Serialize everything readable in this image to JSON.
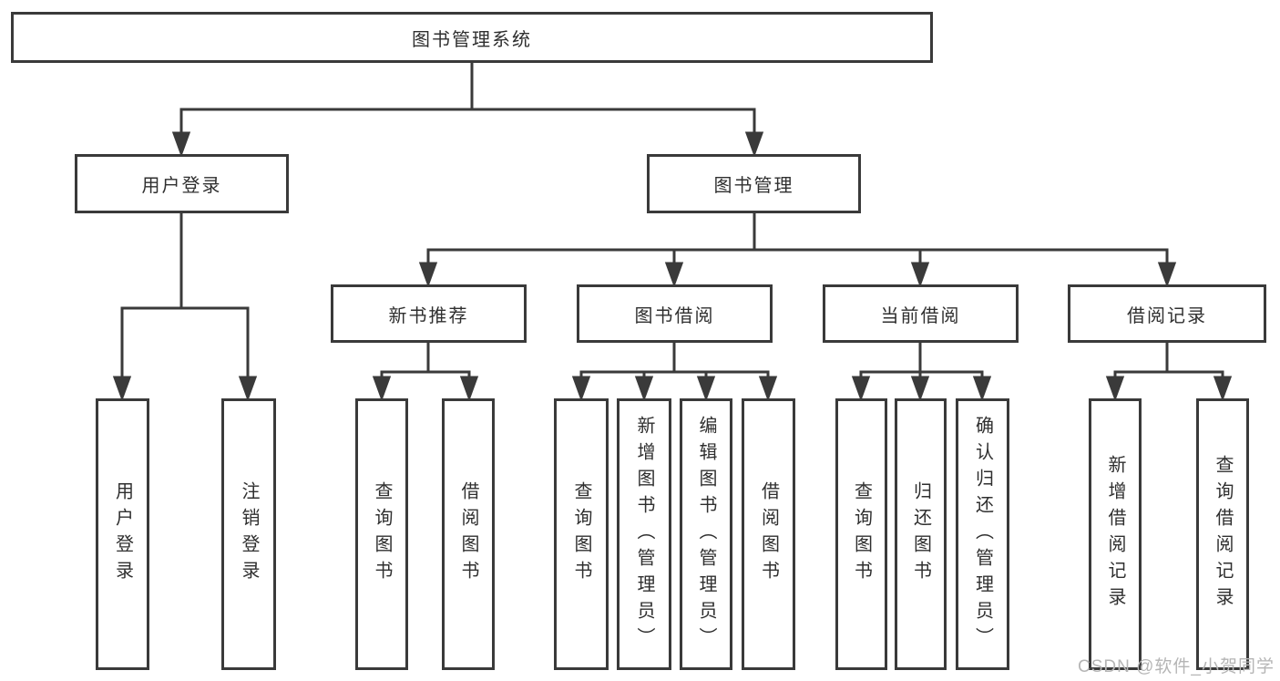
{
  "tree": {
    "label": "图书管理系统",
    "children": [
      {
        "label": "用户登录",
        "children": [
          {
            "label": "用户登录"
          },
          {
            "label": "注销登录"
          }
        ]
      },
      {
        "label": "图书管理",
        "children": [
          {
            "label": "新书推荐",
            "children": [
              {
                "label": "查询图书"
              },
              {
                "label": "借阅图书"
              }
            ]
          },
          {
            "label": "图书借阅",
            "children": [
              {
                "label": "查询图书"
              },
              {
                "label": "新增图书（管理员）"
              },
              {
                "label": "编辑图书（管理员）"
              },
              {
                "label": "借阅图书"
              }
            ]
          },
          {
            "label": "当前借阅",
            "children": [
              {
                "label": "查询图书"
              },
              {
                "label": "归还图书"
              },
              {
                "label": "确认归还（管理员）"
              }
            ]
          },
          {
            "label": "借阅记录",
            "children": [
              {
                "label": "新增借阅记录"
              },
              {
                "label": "查询借阅记录"
              }
            ]
          }
        ]
      }
    ]
  },
  "watermark": {
    "text": "CSDN @软件_小贺同学"
  },
  "colors": {
    "background": "#ffffff",
    "line": "#3a3a3a",
    "text": "#2f2f2f",
    "watermark": "#b5b5b5"
  }
}
